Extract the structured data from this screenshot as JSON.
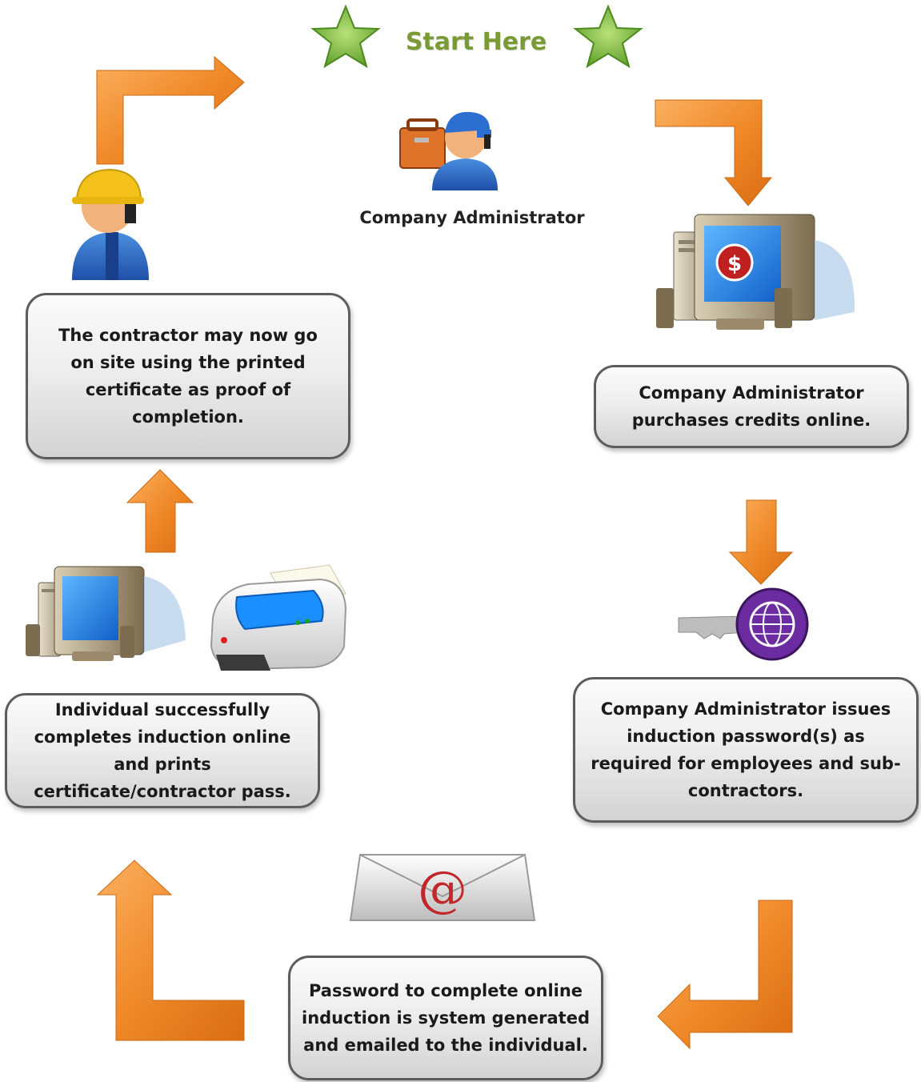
{
  "header": {
    "title": "Start Here",
    "admin_caption": "Company Administrator"
  },
  "steps": [
    {
      "text": "Company Administrator purchases credits online."
    },
    {
      "text": "Company Administrator issues induction password(s) as required for employees and sub-contractors."
    },
    {
      "text": "Password to complete online induction is system generated and emailed to the individual."
    },
    {
      "text": "Individual successfully completes induction online and prints certificate/contractor pass."
    },
    {
      "text": "The contractor may now go on site using the printed certificate as proof of completion."
    }
  ],
  "icons": {
    "stars": "star-icon",
    "admin": "administrator-with-toolbox-icon",
    "contractor": "contractor-hardhat-icon",
    "computer_credits": "computer-dollar-icon",
    "key": "globe-key-icon",
    "email": "email-envelope-icon",
    "computer": "computer-icon",
    "printer": "printer-icon"
  },
  "colors": {
    "arrow": "#f08a2a",
    "title_green": "#7a9a35",
    "star_green": "#7cc242",
    "box_border": "#5d5d5d"
  }
}
